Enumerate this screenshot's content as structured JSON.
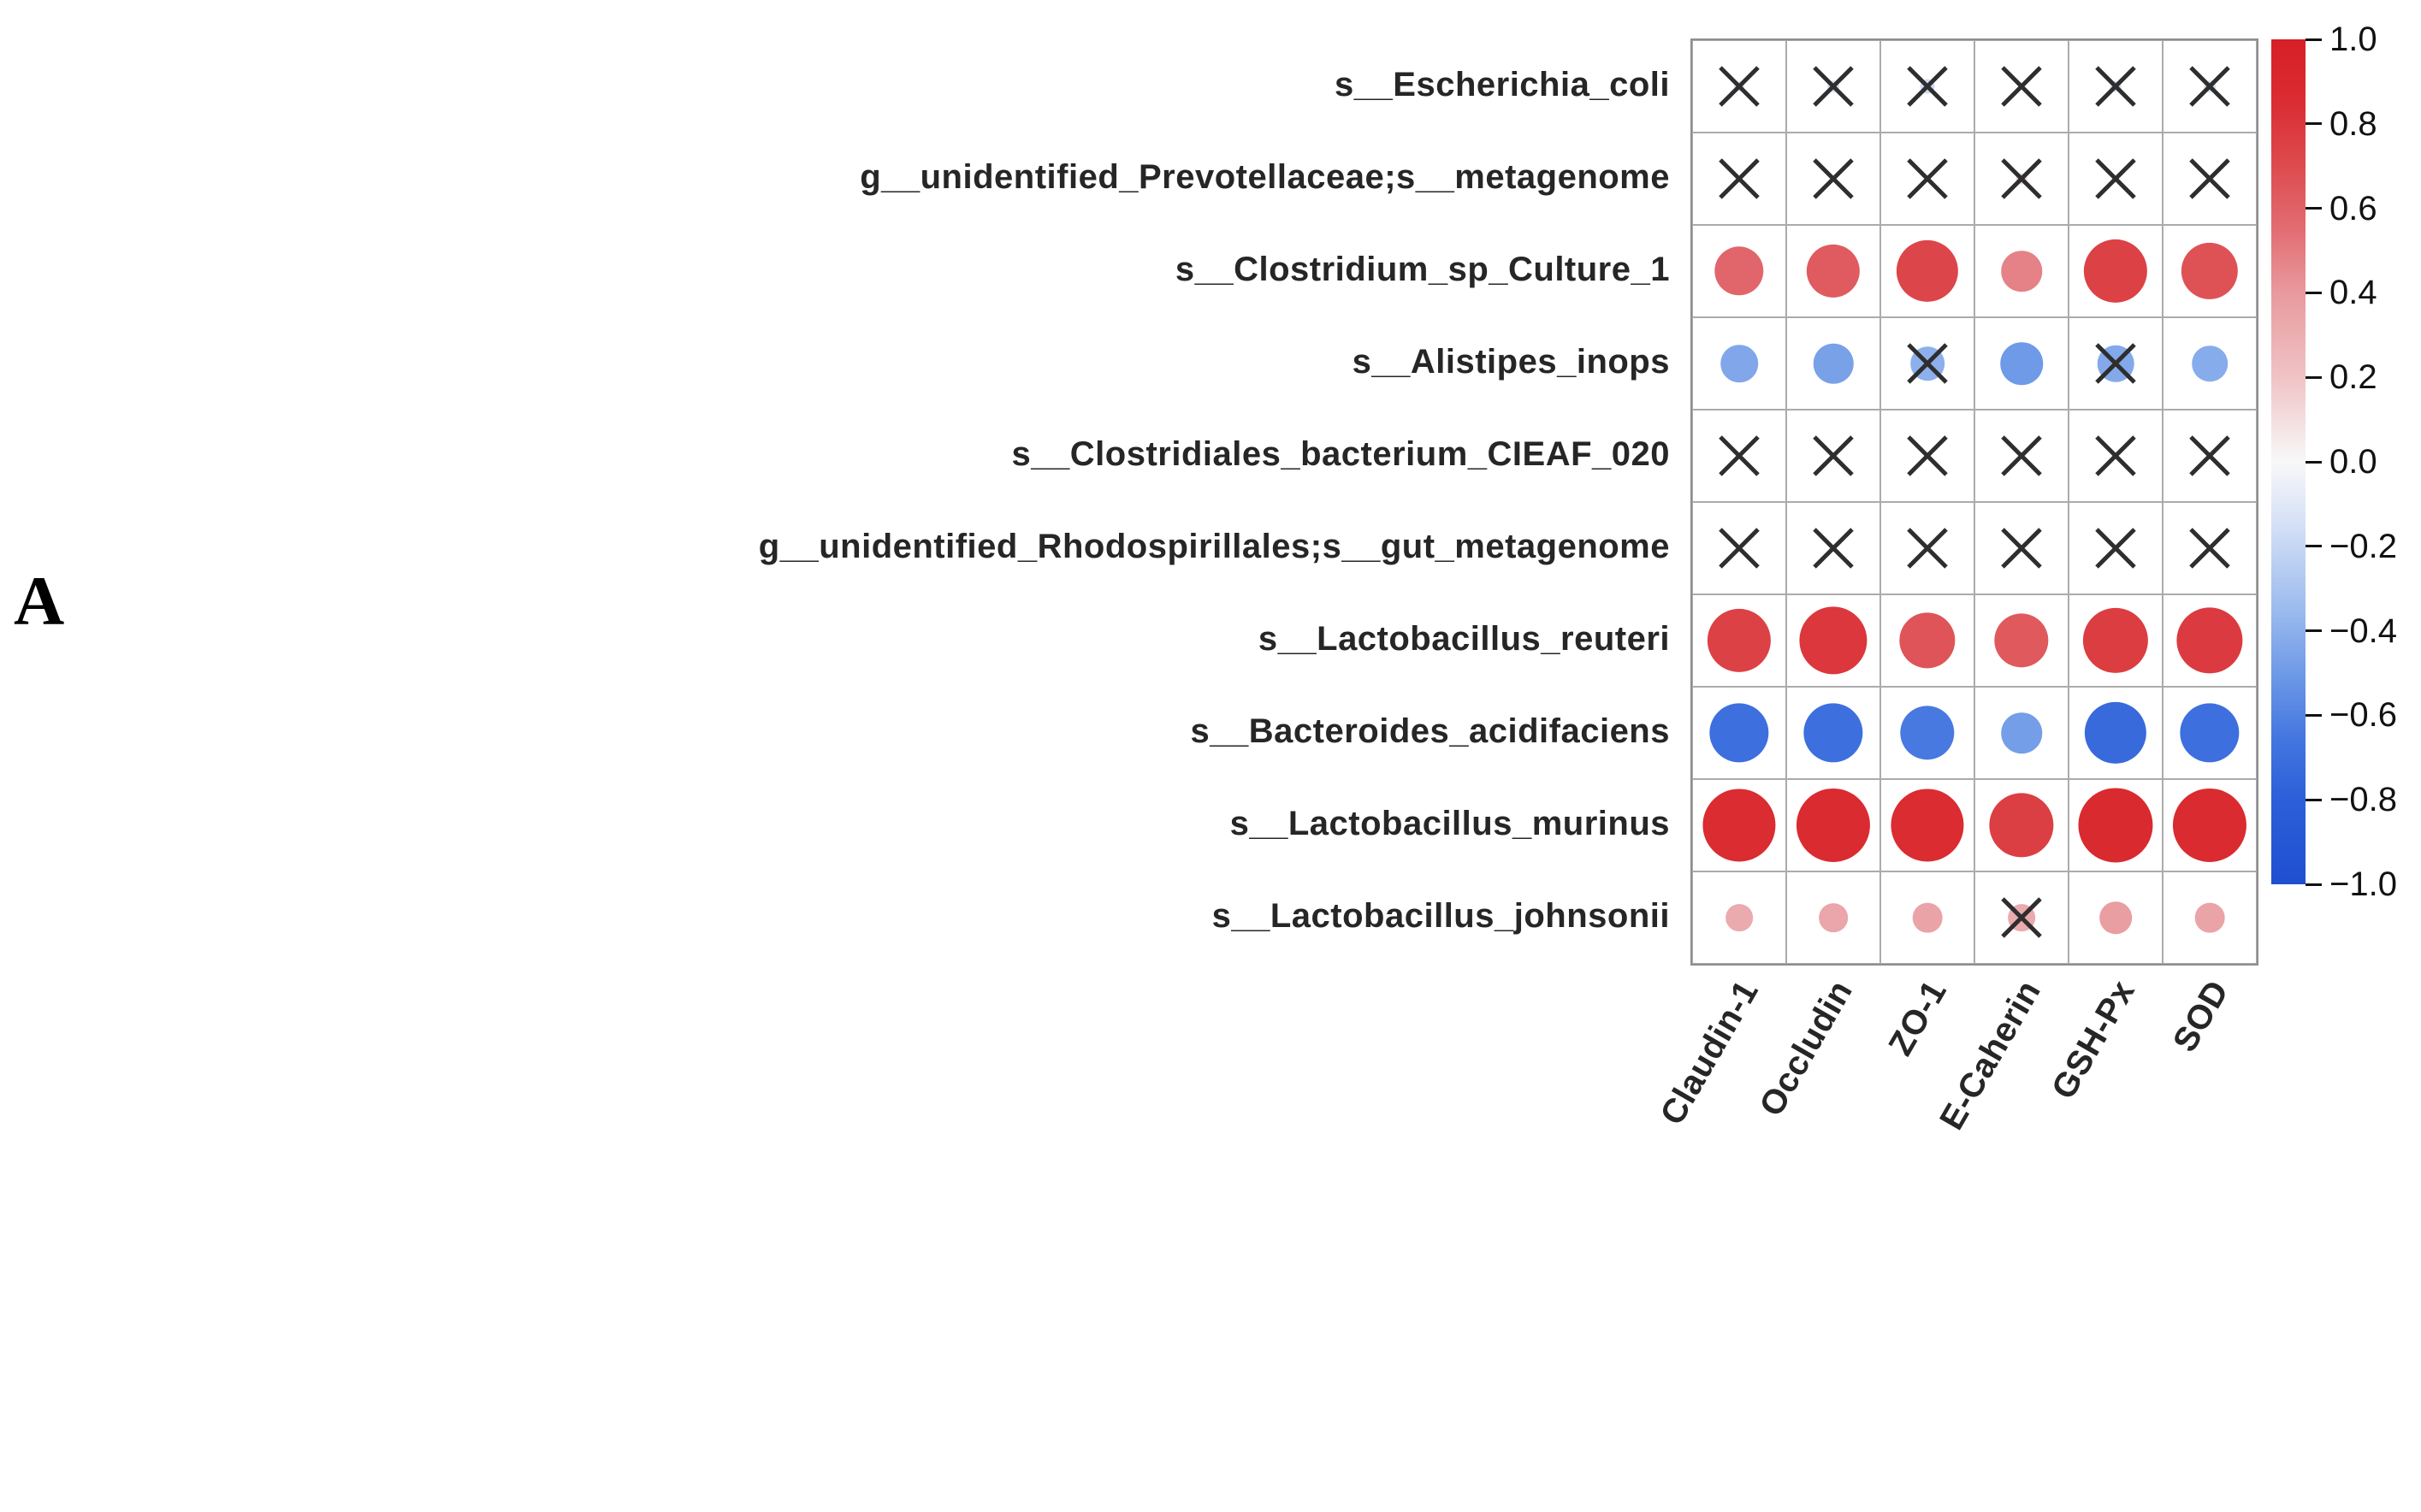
{
  "panel_label": "A",
  "chart_data": {
    "type": "heatmap",
    "subtype": "correlation-dot-matrix",
    "columns": [
      "Claudin-1",
      "Occludin",
      "ZO-1",
      "E-Caherin",
      "GSH-Px",
      "SOD"
    ],
    "rows": [
      {
        "label": "s__Escherichia_coli",
        "values": [
          -0.12,
          -0.14,
          -0.17,
          -0.06,
          -0.13,
          -0.14
        ],
        "significant": [
          false,
          false,
          false,
          false,
          false,
          false
        ]
      },
      {
        "label": "g__unidentified_Prevotellaceae;s__metagenome",
        "values": [
          0.07,
          0.02,
          0.03,
          0.13,
          0.03,
          0.04
        ],
        "significant": [
          false,
          false,
          false,
          false,
          false,
          false
        ]
      },
      {
        "label": "s__Clostridium_sp_Culture_1",
        "values": [
          0.58,
          0.63,
          0.73,
          0.48,
          0.75,
          0.67
        ],
        "significant": [
          true,
          true,
          true,
          true,
          true,
          true
        ]
      },
      {
        "label": "s__Alistipes_inops",
        "values": [
          -0.44,
          -0.47,
          -0.4,
          -0.5,
          -0.43,
          -0.42
        ],
        "significant": [
          true,
          true,
          false,
          true,
          false,
          true
        ]
      },
      {
        "label": "s__Clostridiales_bacterium_CIEAF_020",
        "values": [
          -0.03,
          -0.09,
          -0.03,
          -0.04,
          -0.03,
          -0.04
        ],
        "significant": [
          false,
          false,
          false,
          false,
          false,
          false
        ]
      },
      {
        "label": "g__unidentified_Rhodospirillales;s__gut_metagenome",
        "values": [
          0.01,
          0.02,
          -0.01,
          0.01,
          0.02,
          0.01
        ],
        "significant": [
          false,
          false,
          false,
          false,
          false,
          false
        ]
      },
      {
        "label": "s__Lactobacillus_reuteri",
        "values": [
          0.75,
          0.8,
          0.66,
          0.64,
          0.77,
          0.78
        ],
        "significant": [
          true,
          true,
          true,
          true,
          true,
          true
        ]
      },
      {
        "label": "s__Bacteroides_acidifaciens",
        "values": [
          -0.7,
          -0.7,
          -0.64,
          -0.48,
          -0.73,
          -0.7
        ],
        "significant": [
          true,
          true,
          true,
          true,
          true,
          true
        ]
      },
      {
        "label": "s__Lactobacillus_murinus",
        "values": [
          0.86,
          0.87,
          0.86,
          0.76,
          0.88,
          0.87
        ],
        "significant": [
          true,
          true,
          true,
          true,
          true,
          true
        ]
      },
      {
        "label": "s__Lactobacillus_johnsonii",
        "values": [
          0.32,
          0.34,
          0.35,
          0.32,
          0.38,
          0.35
        ],
        "significant": [
          true,
          true,
          true,
          false,
          true,
          true
        ]
      }
    ],
    "colorbar": {
      "ticks": [
        "1.0",
        "0.8",
        "0.6",
        "0.4",
        "0.2",
        "0.0",
        "−0.2",
        "−0.4",
        "−0.6",
        "−0.8",
        "−1.0"
      ],
      "max": 1.0,
      "min": -1.0,
      "positive_max_color": "#d71f26",
      "negative_max_color": "#1f4fd0",
      "zero_color": "#f8f8f9"
    },
    "colormap_anchors": [
      [
        -1.0,
        "#1f4fd0"
      ],
      [
        -0.8,
        "#2c5fd9"
      ],
      [
        -0.65,
        "#4577e0"
      ],
      [
        -0.5,
        "#6f9ae7"
      ],
      [
        -0.35,
        "#9cbbee"
      ],
      [
        -0.15,
        "#d4e0f6"
      ],
      [
        0.0,
        "#f8f8f9"
      ],
      [
        0.2,
        "#f0c3c5"
      ],
      [
        0.4,
        "#e89a9e"
      ],
      [
        0.55,
        "#e26d72"
      ],
      [
        0.7,
        "#dd4b4f"
      ],
      [
        0.85,
        "#da2d32"
      ],
      [
        1.0,
        "#d71f26"
      ]
    ],
    "x_mark_color": "#2e2e2e",
    "grid_line_color": "#ababab",
    "legend_position": "right",
    "grid_on": true,
    "title": "",
    "xlabel": "",
    "ylabel": ""
  }
}
